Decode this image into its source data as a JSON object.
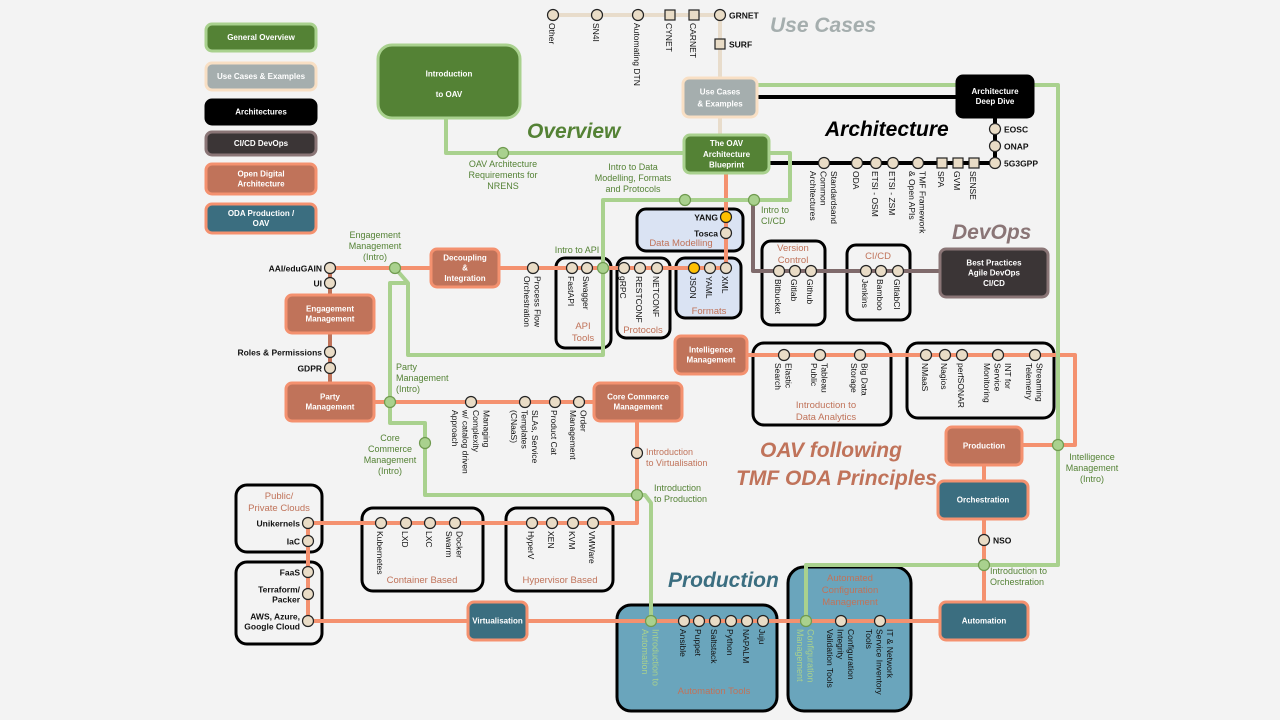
{
  "colors": {
    "overview": "#548235",
    "overview_line": "#a9d18e",
    "use_cases": "#a5aeae",
    "use_cases_line": "#e8dccb",
    "architecture": "#000000",
    "devops": "#3b3536",
    "devops_line": "#7f6a6b",
    "oda": "#c0735a",
    "oda_line": "#f4916f",
    "production": "#3b6e80",
    "format_fill": "#dae3f3",
    "production_fill": "#6aa5bc",
    "highlight_station": "#ffc000"
  },
  "legend": {
    "general_overview": [
      "General Overview"
    ],
    "use_cases": [
      "Use Cases & Examples"
    ],
    "architectures": [
      "Architectures"
    ],
    "cicd": [
      "CI/CD DevOps"
    ],
    "oda": [
      "Open Digital",
      "Architecture"
    ],
    "production": [
      "ODA Production /",
      "OAV"
    ]
  },
  "sections": {
    "use_cases": "Use Cases",
    "overview": "Overview",
    "architecture": "Architecture",
    "devops": "DevOps",
    "oda_line1": "OAV following",
    "oda_line2": "TMF ODA Principles",
    "production": "Production"
  },
  "boxes": {
    "intro_oav": [
      "Introduction",
      "to OAV"
    ],
    "use_cases_box": [
      "Use Cases",
      "& Examples"
    ],
    "blueprint": [
      "The OAV",
      "Architecture",
      "Blueprint"
    ],
    "arch_deep": [
      "Architecture",
      "Deep Dive"
    ],
    "best_practices": [
      "Best Practices",
      "Agile DevOps",
      "CI/CD"
    ],
    "decoupling": [
      "Decoupling",
      "&",
      "Integration"
    ],
    "engagement": [
      "Engagement",
      "Management"
    ],
    "party": [
      "Party",
      "Management"
    ],
    "core_commerce": [
      "Core Commerce",
      "Management"
    ],
    "intelligence": [
      "Intelligence",
      "Management"
    ],
    "production": [
      "Production"
    ],
    "orchestration": [
      "Orchestration"
    ],
    "automation": [
      "Automation"
    ],
    "virtualisation": [
      "Virtualisation"
    ]
  },
  "groups": {
    "api_tools": [
      "API",
      "Tools"
    ],
    "protocols": [
      "Protocols"
    ],
    "formats": [
      "Formats"
    ],
    "data_modelling": [
      "Data Modelling"
    ],
    "version_control": [
      "Version",
      "Control"
    ],
    "cicd": [
      "CI/CD"
    ],
    "data_analytics": [
      "Introduction to",
      "Data Analytics"
    ],
    "clouds": [
      "Public/",
      "Private Clouds"
    ],
    "container": [
      "Container Based"
    ],
    "hypervisor": [
      "Hypervisor Based"
    ],
    "automation_tools": [
      "Automation Tools"
    ],
    "auto_config": [
      "Automated",
      "Configuration",
      "Management"
    ]
  },
  "stations": {
    "other": [
      "Other"
    ],
    "sn4i": [
      "SN4I"
    ],
    "automating_dtn": [
      "Automating DTN"
    ],
    "cynet": [
      "CYNET"
    ],
    "carnet": [
      "CARNET"
    ],
    "grnet": [
      "GRNET"
    ],
    "surf": [
      "SURF"
    ],
    "eosc": [
      "EOSC"
    ],
    "onap": [
      "ONAP"
    ],
    "g5g3gpp": [
      "5G3GPP"
    ],
    "standards": [
      "Standardsand",
      "Common",
      "Architectures"
    ],
    "oda": [
      "ODA"
    ],
    "etsi_osm": [
      "ETSI - OSM"
    ],
    "etsi_zsm": [
      "ETSI - ZSM"
    ],
    "tmf": [
      "TMF Framework",
      "& Open APIs"
    ],
    "spa": [
      "SPA"
    ],
    "gvm": [
      "GVM"
    ],
    "sense": [
      "SENSE"
    ],
    "oav_req": [
      "OAV Architecture",
      "Requirements for",
      "NRENS"
    ],
    "intro_data": [
      "Intro to Data",
      "Modelling, Formats",
      "and Protocols"
    ],
    "intro_cicd": [
      "Intro to",
      "CI/CD"
    ],
    "aai": [
      "AAI/eduGAIN"
    ],
    "ui": [
      "UI"
    ],
    "roles": [
      "Roles & Permissions"
    ],
    "gdpr": [
      "GDPR"
    ],
    "eng_intro": [
      "Engagement",
      "Management",
      "(Intro)"
    ],
    "process_flow": [
      "Process Flow",
      "Orchestration"
    ],
    "fastapi": [
      "FastAPI"
    ],
    "swagger": [
      "Swagger"
    ],
    "intro_api": [
      "Intro to API"
    ],
    "grpc": [
      "gRPC"
    ],
    "restconf": [
      "RESTCONF"
    ],
    "netconf": [
      "NETCONF"
    ],
    "json": [
      "JSON"
    ],
    "yaml": [
      "YAML"
    ],
    "xml": [
      "XML"
    ],
    "yang": [
      "YANG"
    ],
    "tosca": [
      "Tosca"
    ],
    "bitbucket": [
      "Bitbucket"
    ],
    "gitlab": [
      "Gitlab"
    ],
    "github": [
      "Github"
    ],
    "jenkins": [
      "Jenkins"
    ],
    "bamboo": [
      "Bamboo"
    ],
    "gitlabci": [
      "GitlabCI"
    ],
    "party_intro": [
      "Party",
      "Management",
      "(Intro)"
    ],
    "managing": [
      "Managing",
      "Complexity",
      "w/ catalog driven",
      "Approach"
    ],
    "slas": [
      "SLAs, Service",
      "Templates",
      "(CNaaS)"
    ],
    "product_cat": [
      "Product Cat"
    ],
    "order": [
      "Order",
      "Management"
    ],
    "core_intro": [
      "Core",
      "Commerce",
      "Management",
      "(Intro)"
    ],
    "intro_virt": [
      "Introduction",
      "to Virtualisation"
    ],
    "intro_prod": [
      "Introduction",
      "to Production"
    ],
    "unikernels": [
      "Unikernels"
    ],
    "iac": [
      "IaC"
    ],
    "faas": [
      "FaaS"
    ],
    "terraform": [
      "Terraform/",
      "Packer"
    ],
    "aws": [
      "AWS, Azure,",
      "Google Cloud"
    ],
    "kubernetes": [
      "Kubernetes"
    ],
    "lxd": [
      "LXD"
    ],
    "lxc": [
      "LXC"
    ],
    "docker": [
      "Docker",
      "Swarm"
    ],
    "hyperv": [
      "HyperV"
    ],
    "xen": [
      "XEN"
    ],
    "kvm": [
      "KVM"
    ],
    "vmware": [
      "VMWare"
    ],
    "intro_auto": [
      "Introduction to",
      "Automation"
    ],
    "ansible": [
      "Ansible"
    ],
    "puppet": [
      "Puppet"
    ],
    "saltstack": [
      "Saltstack"
    ],
    "python": [
      "Python"
    ],
    "napalm": [
      "NAPALM"
    ],
    "juju": [
      "Juju"
    ],
    "config_mgmt": [
      "Configuration",
      "Management"
    ],
    "config_integrity": [
      "Configuration",
      "Integrity",
      "Validation Tools"
    ],
    "it_network": [
      "IT & Network",
      "Service Inventory",
      "Tools"
    ],
    "nso": [
      "NSO"
    ],
    "intro_orch": [
      "Introduction to",
      "Orchestration"
    ],
    "intel_intro": [
      "Intelligence",
      "Management",
      "(Intro)"
    ],
    "elastic": [
      "Elastic",
      "Search"
    ],
    "tableau": [
      "Tableau",
      "Public"
    ],
    "bigdata": [
      "Big Data",
      "Storage"
    ],
    "nmaas": [
      "NMaaS"
    ],
    "nagios": [
      "Nagios"
    ],
    "perfsonar": [
      "perfSONAR"
    ],
    "int": [
      "INT for",
      "Service",
      "Monitoring"
    ],
    "streaming": [
      "Streaming",
      "Telemetry"
    ]
  }
}
